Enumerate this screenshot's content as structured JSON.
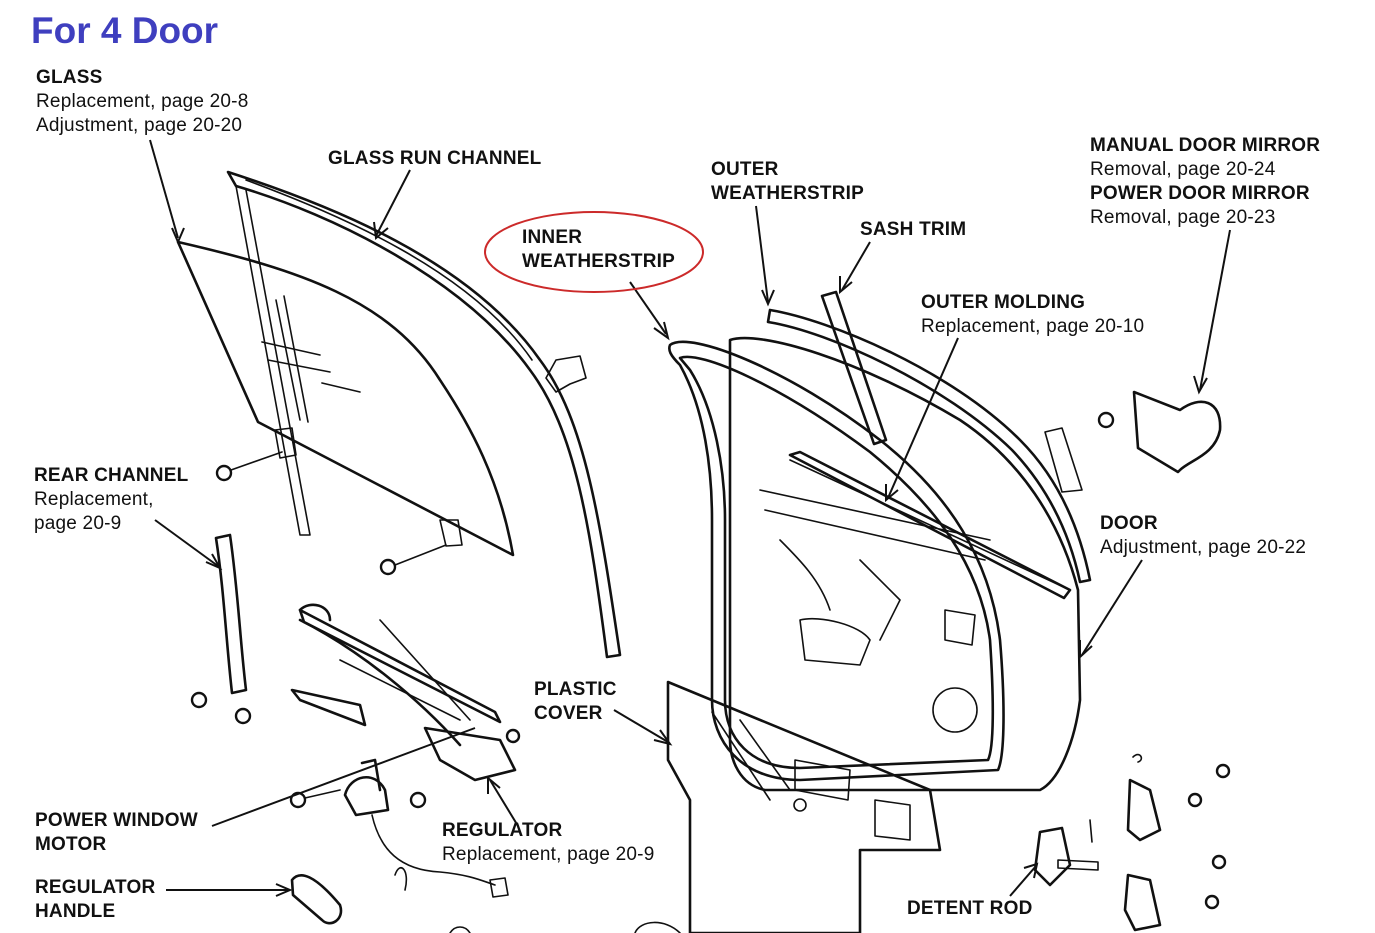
{
  "title": "For 4 Door",
  "highlight_color": "#cc2a2a",
  "title_color": "#3f3fbf",
  "labels": {
    "glass": {
      "title": "GLASS",
      "lines": [
        "Replacement, page 20-8",
        "Adjustment, page 20-20"
      ]
    },
    "glass_run_channel": {
      "title": "GLASS RUN CHANNEL"
    },
    "inner_weatherstrip": {
      "title_lines": [
        "INNER",
        "WEATHERSTRIP"
      ]
    },
    "outer_weatherstrip": {
      "title_lines": [
        "OUTER",
        "WEATHERSTRIP"
      ]
    },
    "sash_trim": {
      "title": "SASH TRIM"
    },
    "manual_door_mirror": {
      "title": "MANUAL DOOR MIRROR",
      "line": "Removal, page 20-24"
    },
    "power_door_mirror": {
      "title": "POWER DOOR MIRROR",
      "line": "Removal, page 20-23"
    },
    "outer_molding": {
      "title": "OUTER MOLDING",
      "line": "Replacement, page 20-10"
    },
    "rear_channel": {
      "title": "REAR CHANNEL",
      "lines": [
        "Replacement,",
        "page 20-9"
      ]
    },
    "door": {
      "title": "DOOR",
      "line": "Adjustment, page 20-22"
    },
    "plastic_cover": {
      "title_lines": [
        "PLASTIC",
        "COVER"
      ]
    },
    "regulator": {
      "title": "REGULATOR",
      "line": "Replacement, page 20-9"
    },
    "power_window_motor": {
      "title_lines": [
        "POWER WINDOW",
        "MOTOR"
      ]
    },
    "regulator_handle": {
      "title_lines": [
        "REGULATOR",
        "HANDLE"
      ]
    },
    "detent_rod": {
      "title": "DETENT ROD"
    }
  }
}
